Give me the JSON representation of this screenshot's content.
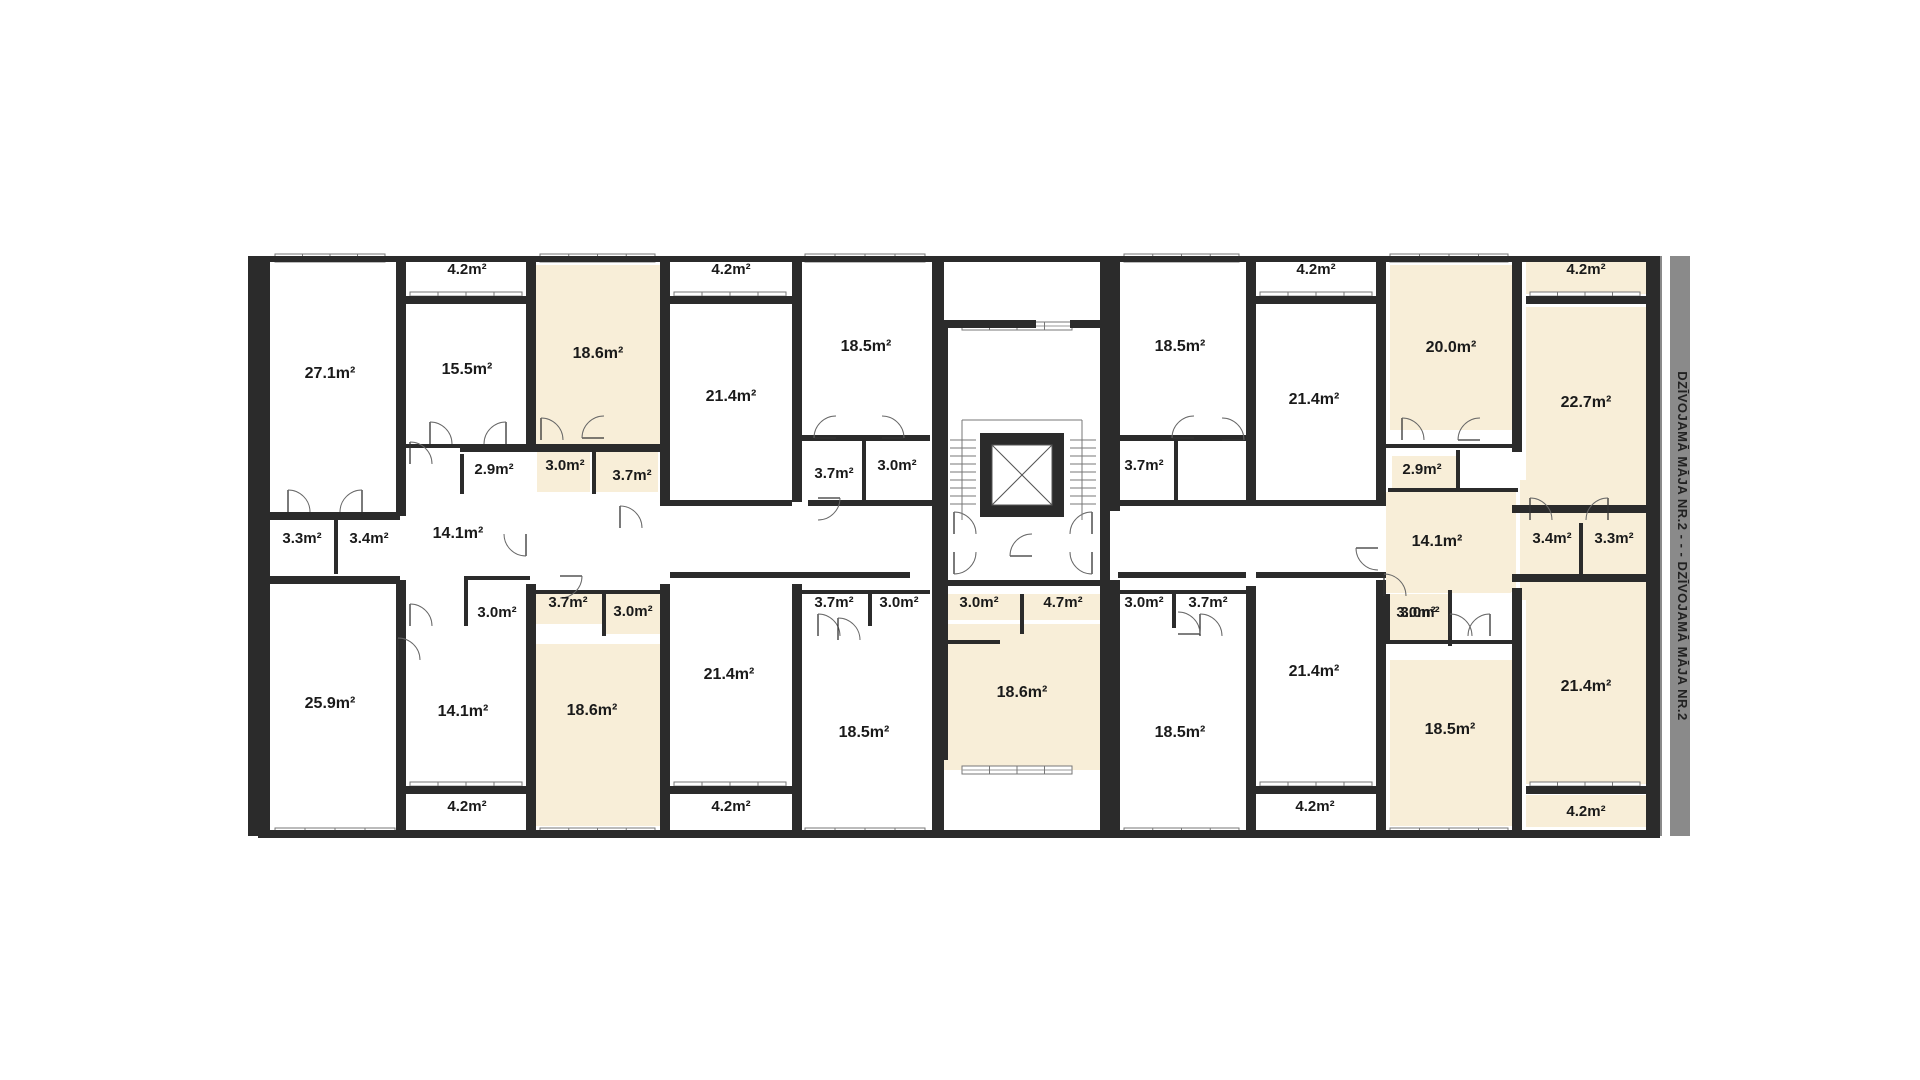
{
  "colors": {
    "wall": "#2b2b2b",
    "room_fill": "#ffffff",
    "highlight_fill": "#f8eed8",
    "label": "#1a1a1a",
    "neighbour_band": "#8a8a8a"
  },
  "icons": {
    "door": "door-swing-icon",
    "window": "window-icon",
    "elevator": "elevator-icon",
    "stairs": "stairs-icon"
  },
  "neighbour_label": "DZĪVOJAMĀ MĀJA NR.2 - - - DZĪVOJAMĀ MĀJA NR.2",
  "rooms": [
    {
      "id": "r01",
      "label": "27.1m²",
      "highlight": false
    },
    {
      "id": "r02",
      "label": "4.2m²",
      "highlight": false
    },
    {
      "id": "r03",
      "label": "15.5m²",
      "highlight": false
    },
    {
      "id": "r04",
      "label": "2.9m²",
      "highlight": false
    },
    {
      "id": "r05",
      "label": "18.6m²",
      "highlight": true
    },
    {
      "id": "r06",
      "label": "3.0m²",
      "highlight": true
    },
    {
      "id": "r07",
      "label": "3.7m²",
      "highlight": true
    },
    {
      "id": "r08",
      "label": "4.2m²",
      "highlight": false
    },
    {
      "id": "r09",
      "label": "21.4m²",
      "highlight": false
    },
    {
      "id": "r10",
      "label": "18.5m²",
      "highlight": false
    },
    {
      "id": "r11",
      "label": "3.7m²",
      "highlight": false
    },
    {
      "id": "r12",
      "label": "3.0m²",
      "highlight": false
    },
    {
      "id": "r13",
      "label": "3.3m²",
      "highlight": false
    },
    {
      "id": "r14",
      "label": "3.4m²",
      "highlight": false
    },
    {
      "id": "r15",
      "label": "14.1m²",
      "highlight": false
    },
    {
      "id": "r16",
      "label": "3.0m²",
      "highlight": false
    },
    {
      "id": "r17",
      "label": "3.7m²",
      "highlight": true
    },
    {
      "id": "r18",
      "label": "3.0m²",
      "highlight": true
    },
    {
      "id": "r19",
      "label": "3.7m²",
      "highlight": false
    },
    {
      "id": "r20",
      "label": "3.0m²",
      "highlight": false
    },
    {
      "id": "r21",
      "label": "25.9m²",
      "highlight": false
    },
    {
      "id": "r22",
      "label": "14.1m²",
      "highlight": false
    },
    {
      "id": "r23",
      "label": "4.2m²",
      "highlight": false
    },
    {
      "id": "r24",
      "label": "18.6m²",
      "highlight": true
    },
    {
      "id": "r25",
      "label": "21.4m²",
      "highlight": false
    },
    {
      "id": "r26",
      "label": "4.2m²",
      "highlight": false
    },
    {
      "id": "r27",
      "label": "18.5m²",
      "highlight": false
    },
    {
      "id": "r28",
      "label": "3.0m²",
      "highlight": true
    },
    {
      "id": "r29",
      "label": "4.7m²",
      "highlight": true
    },
    {
      "id": "r30",
      "label": "18.6m²",
      "highlight": true
    },
    {
      "id": "r31",
      "label": "18.5m²",
      "highlight": false
    },
    {
      "id": "r32",
      "label": "4.2m²",
      "highlight": false
    },
    {
      "id": "r33",
      "label": "21.4m²",
      "highlight": false
    },
    {
      "id": "r34",
      "label": "3.0m²",
      "highlight": false
    },
    {
      "id": "r35",
      "label": "3.7m²",
      "highlight": false
    },
    {
      "id": "r36",
      "label": "20.0m²",
      "highlight": true
    },
    {
      "id": "r37",
      "label": "4.2m²",
      "highlight": true
    },
    {
      "id": "r38",
      "label": "22.7m²",
      "highlight": true
    },
    {
      "id": "r39",
      "label": "2.9m²",
      "highlight": true
    },
    {
      "id": "r40",
      "label": "14.1m²",
      "highlight": true
    },
    {
      "id": "r41",
      "label": "3.4m²",
      "highlight": true
    },
    {
      "id": "r42",
      "label": "3.3m²",
      "highlight": true
    },
    {
      "id": "r43",
      "label": "3.0m²",
      "highlight": false
    },
    {
      "id": "r44",
      "label": "3.7m²",
      "highlight": false
    },
    {
      "id": "r45",
      "label": "3.0m²",
      "highlight": true
    },
    {
      "id": "r46",
      "label": "18.5m²",
      "highlight": false
    },
    {
      "id": "r47",
      "label": "21.4m²",
      "highlight": false
    },
    {
      "id": "r48",
      "label": "4.2m²",
      "highlight": false
    },
    {
      "id": "r49",
      "label": "18.5m²",
      "highlight": true
    },
    {
      "id": "r50",
      "label": "21.4m²",
      "highlight": true
    },
    {
      "id": "r51",
      "label": "4.2m²",
      "highlight": true
    }
  ]
}
